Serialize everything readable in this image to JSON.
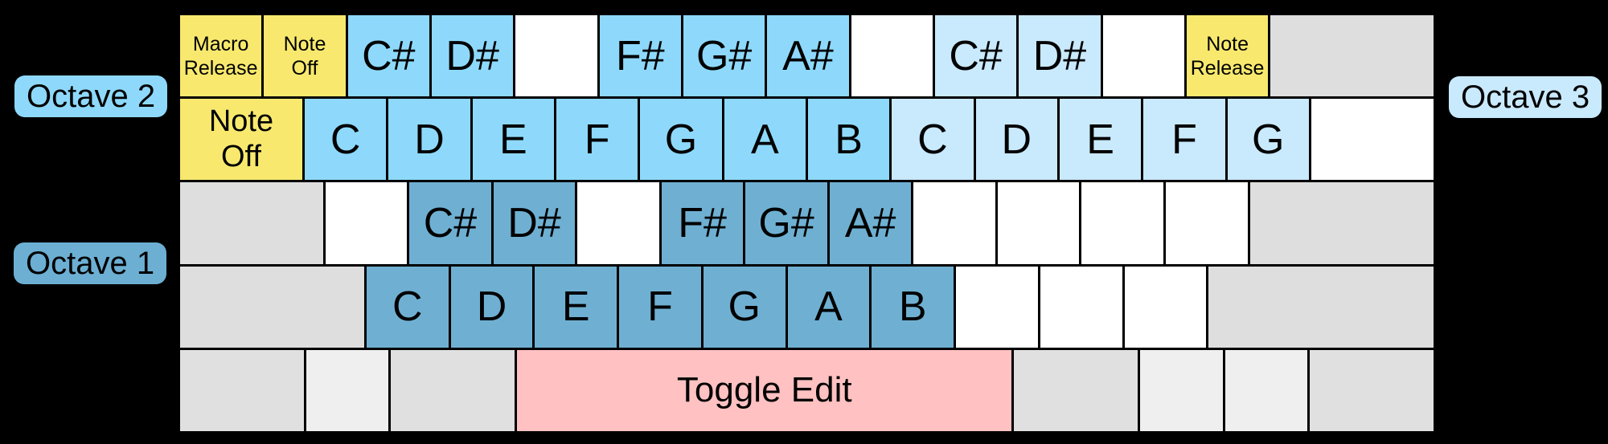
{
  "canvas": {
    "background": "#000000"
  },
  "octaves": {
    "octave1": {
      "label": "Octave 1",
      "color": "#6CAFD3",
      "side": "left"
    },
    "octave2": {
      "label": "Octave 2",
      "color": "#8ED9FB",
      "side": "left"
    },
    "octave3": {
      "label": "Octave 3",
      "color": "#C9E9FC",
      "side": "right"
    }
  },
  "key_colors": {
    "yellow": "#F8E96E",
    "sky": "#8ED9FB",
    "pale": "#C9E9FC",
    "steel": "#6FB0D2",
    "white": "#FFFFFF",
    "graymod": "#DEDEDE",
    "gray": "#E0E0E0",
    "graylight": "#EFEFEF",
    "pink": "#FFC1C1",
    "divider": "#000000"
  },
  "keyboard": {
    "rows": [
      {
        "name": "number-row",
        "keys": [
          {
            "label": "Macro\nRelease",
            "color": "yellow",
            "w": 1,
            "size": "small"
          },
          {
            "label": "Note\nOff",
            "color": "yellow",
            "w": 1,
            "size": "small"
          },
          {
            "label": "C#",
            "color": "sky",
            "w": 1,
            "size": "note"
          },
          {
            "label": "D#",
            "color": "sky",
            "w": 1,
            "size": "note"
          },
          {
            "label": "",
            "color": "white",
            "w": 1
          },
          {
            "label": "F#",
            "color": "sky",
            "w": 1,
            "size": "note"
          },
          {
            "label": "G#",
            "color": "sky",
            "w": 1,
            "size": "note"
          },
          {
            "label": "A#",
            "color": "sky",
            "w": 1,
            "size": "note"
          },
          {
            "label": "",
            "color": "white",
            "w": 1
          },
          {
            "label": "C#",
            "color": "pale",
            "w": 1,
            "size": "note"
          },
          {
            "label": "D#",
            "color": "pale",
            "w": 1,
            "size": "note"
          },
          {
            "label": "",
            "color": "white",
            "w": 1
          },
          {
            "label": "Note\nRelease",
            "color": "yellow",
            "w": 1,
            "size": "small"
          },
          {
            "label": "",
            "color": "graymod",
            "w": 2
          }
        ]
      },
      {
        "name": "qwerty-row",
        "keys": [
          {
            "label": "Note\nOff",
            "color": "yellow",
            "w": 1.5,
            "size": "mid"
          },
          {
            "label": "C",
            "color": "sky",
            "w": 1,
            "size": "note"
          },
          {
            "label": "D",
            "color": "sky",
            "w": 1,
            "size": "note"
          },
          {
            "label": "E",
            "color": "sky",
            "w": 1,
            "size": "note"
          },
          {
            "label": "F",
            "color": "sky",
            "w": 1,
            "size": "note"
          },
          {
            "label": "G",
            "color": "sky",
            "w": 1,
            "size": "note"
          },
          {
            "label": "A",
            "color": "sky",
            "w": 1,
            "size": "note"
          },
          {
            "label": "B",
            "color": "sky",
            "w": 1,
            "size": "note"
          },
          {
            "label": "C",
            "color": "pale",
            "w": 1,
            "size": "note"
          },
          {
            "label": "D",
            "color": "pale",
            "w": 1,
            "size": "note"
          },
          {
            "label": "E",
            "color": "pale",
            "w": 1,
            "size": "note"
          },
          {
            "label": "F",
            "color": "pale",
            "w": 1,
            "size": "note"
          },
          {
            "label": "G",
            "color": "pale",
            "w": 1,
            "size": "note"
          },
          {
            "label": "",
            "color": "white",
            "w": 1.5
          }
        ]
      },
      {
        "name": "home-row",
        "keys": [
          {
            "label": "",
            "color": "graymod",
            "w": 1.75
          },
          {
            "label": "",
            "color": "white",
            "w": 1
          },
          {
            "label": "C#",
            "color": "steel",
            "w": 1,
            "size": "note"
          },
          {
            "label": "D#",
            "color": "steel",
            "w": 1,
            "size": "note"
          },
          {
            "label": "",
            "color": "white",
            "w": 1
          },
          {
            "label": "F#",
            "color": "steel",
            "w": 1,
            "size": "note"
          },
          {
            "label": "G#",
            "color": "steel",
            "w": 1,
            "size": "note"
          },
          {
            "label": "A#",
            "color": "steel",
            "w": 1,
            "size": "note"
          },
          {
            "label": "",
            "color": "white",
            "w": 1
          },
          {
            "label": "",
            "color": "white",
            "w": 1
          },
          {
            "label": "",
            "color": "white",
            "w": 1
          },
          {
            "label": "",
            "color": "white",
            "w": 1
          },
          {
            "label": "",
            "color": "graymod",
            "w": 2.25
          }
        ]
      },
      {
        "name": "lower-letter-row",
        "keys": [
          {
            "label": "",
            "color": "graymod",
            "w": 2.25
          },
          {
            "label": "C",
            "color": "steel",
            "w": 1,
            "size": "note"
          },
          {
            "label": "D",
            "color": "steel",
            "w": 1,
            "size": "note"
          },
          {
            "label": "E",
            "color": "steel",
            "w": 1,
            "size": "note"
          },
          {
            "label": "F",
            "color": "steel",
            "w": 1,
            "size": "note"
          },
          {
            "label": "G",
            "color": "steel",
            "w": 1,
            "size": "note"
          },
          {
            "label": "A",
            "color": "steel",
            "w": 1,
            "size": "note"
          },
          {
            "label": "B",
            "color": "steel",
            "w": 1,
            "size": "note"
          },
          {
            "label": "",
            "color": "white",
            "w": 1
          },
          {
            "label": "",
            "color": "white",
            "w": 1
          },
          {
            "label": "",
            "color": "white",
            "w": 1
          },
          {
            "label": "",
            "color": "graymod",
            "w": 2.75
          }
        ]
      },
      {
        "name": "spacebar-row",
        "keys": [
          {
            "label": "",
            "color": "gray",
            "w": 1.5
          },
          {
            "label": "",
            "color": "graylight",
            "w": 1
          },
          {
            "label": "",
            "color": "gray",
            "w": 1.5
          },
          {
            "label": "Toggle Edit",
            "color": "pink",
            "w": 6,
            "size": "space"
          },
          {
            "label": "",
            "color": "gray",
            "w": 1.5
          },
          {
            "label": "",
            "color": "graylight",
            "w": 1
          },
          {
            "label": "",
            "color": "graylight",
            "w": 1
          },
          {
            "label": "",
            "color": "gray",
            "w": 1.5
          }
        ]
      }
    ]
  }
}
